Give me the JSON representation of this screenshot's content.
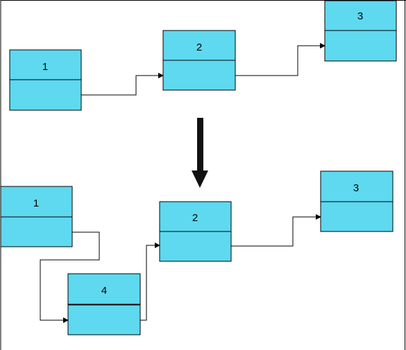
{
  "colors": {
    "node_fill": "#5ed9ef",
    "node_stroke": "#000000",
    "edge": "#000000",
    "arrow": "#111111"
  },
  "before": {
    "nodes": [
      {
        "id": "b1",
        "label": "1"
      },
      {
        "id": "b2",
        "label": "2"
      },
      {
        "id": "b3",
        "label": "3"
      }
    ],
    "edges": [
      {
        "from": "1",
        "to": "2"
      },
      {
        "from": "2",
        "to": "3"
      }
    ]
  },
  "transition_icon": "down-arrow-icon",
  "after": {
    "nodes": [
      {
        "id": "a1",
        "label": "1"
      },
      {
        "id": "a2",
        "label": "2"
      },
      {
        "id": "a3",
        "label": "3"
      },
      {
        "id": "a4",
        "label": "4"
      }
    ],
    "edges": [
      {
        "from": "1",
        "to": "4"
      },
      {
        "from": "4",
        "to": "2"
      },
      {
        "from": "2",
        "to": "3"
      }
    ]
  }
}
